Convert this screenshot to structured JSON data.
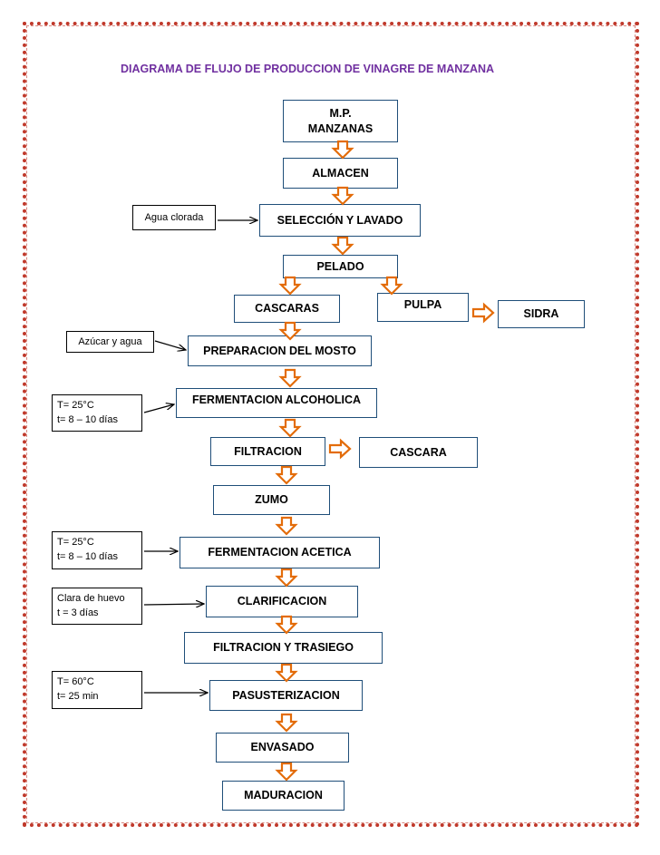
{
  "title": "DIAGRAMA DE FLUJO DE PRODUCCION DE VINAGRE DE MANZANA",
  "process_steps": {
    "mp": "M.P.",
    "manzanas": "MANZANAS",
    "almacen": "ALMACEN",
    "seleccion": "SELECCIÓN Y LAVADO",
    "pelado": "PELADO",
    "cascaras": "CASCARAS",
    "pulpa": "PULPA",
    "sidra": "SIDRA",
    "preparacion": "PREPARACION DEL MOSTO",
    "fermentacion_alcoholica": "FERMENTACION ALCOHOLICA",
    "filtracion": "FILTRACION",
    "cascara": "CASCARA",
    "zumo": "ZUMO",
    "fermentacion_acetica": "FERMENTACION ACETICA",
    "clarificacion": "CLARIFICACION",
    "filtracion_trasiego": "FILTRACION Y TRASIEGO",
    "pasteurizacion": "PASUSTERIZACION",
    "envasado": "ENVASADO",
    "maduracion": "MADURACION"
  },
  "inputs": {
    "agua_clorada": "Agua  clorada",
    "azucar_agua": "Azúcar y agua",
    "ferm_alc_temp": "T= 25°C",
    "ferm_alc_time": "t= 8 – 10 días",
    "ferm_acet_temp": "T= 25°C",
    "ferm_acet_time": "t= 8 – 10 días",
    "clarif_agent": "Clara de huevo",
    "clarif_time": "t = 3 días",
    "past_temp": "T= 60°C",
    "past_time": "t=  25 min"
  },
  "colors": {
    "title": "#7030a0",
    "box_border": "#1f4e79",
    "block_arrow": "#e36c0a",
    "frame": "#c0392b"
  }
}
